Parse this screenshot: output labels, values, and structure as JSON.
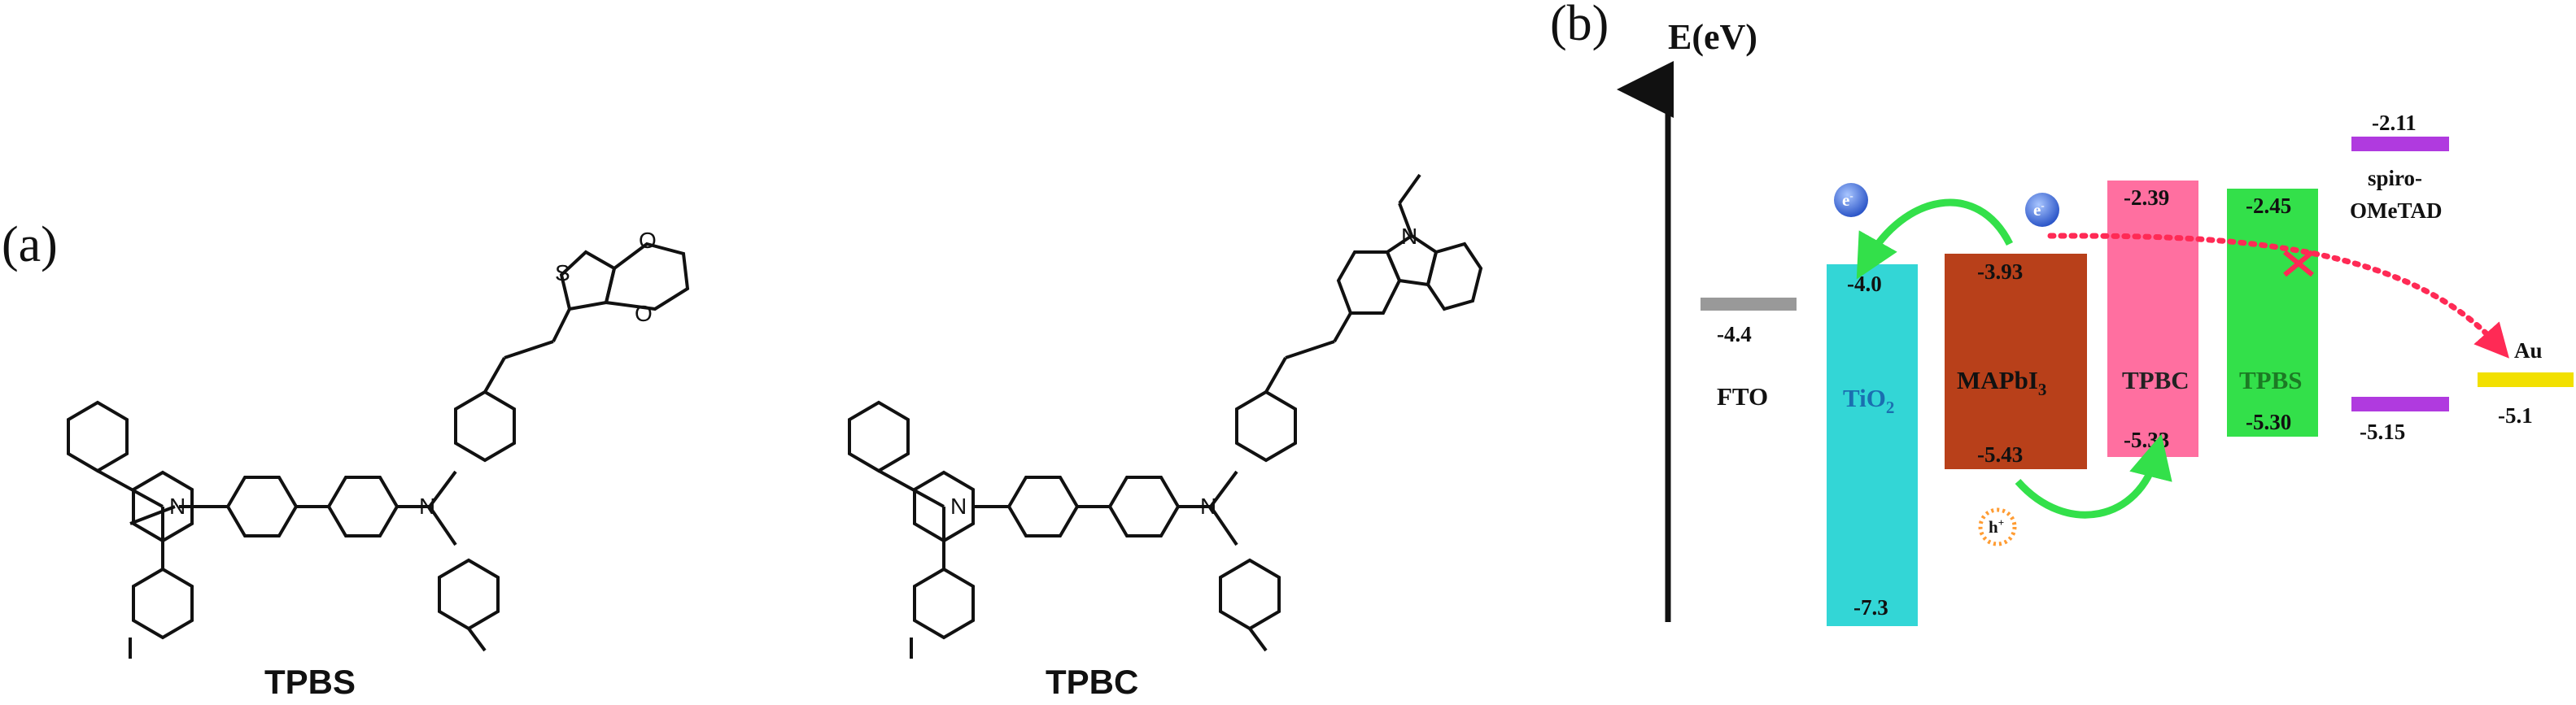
{
  "panel_a": {
    "label": "(a)",
    "molecules": [
      {
        "name": "TPBS",
        "atoms": {
          "n": "N",
          "s": "S",
          "o": "O"
        }
      },
      {
        "name": "TPBC",
        "atoms": {
          "n": "N"
        }
      }
    ]
  },
  "panel_b": {
    "label": "(b)",
    "axis_label": "E(eV)",
    "layers": {
      "fto": {
        "name": "FTO",
        "level": "-4.4",
        "color": "#999999"
      },
      "tio2": {
        "name": "TiO",
        "sub": "2",
        "lumo": "-4.0",
        "homo": "-7.3",
        "color": "#33d6d6"
      },
      "mapbi3": {
        "name": "MAPbI",
        "sub": "3",
        "lumo": "-3.93",
        "homo": "-5.43",
        "color": "#b8401a"
      },
      "tpbc": {
        "name": "TPBC",
        "lumo": "-2.39",
        "homo": "-5.33",
        "color": "#ff6fa0"
      },
      "tpbs": {
        "name": "TPBS",
        "lumo": "-2.45",
        "homo": "-5.30",
        "color": "#33e04a"
      },
      "spiro": {
        "name_line1": "spiro-",
        "name_line2": "OMeTAD",
        "lumo": "-2.11",
        "homo": "-5.15",
        "color": "#b03adf"
      },
      "au": {
        "name": "Au",
        "level": "-5.1",
        "color": "#f2e000"
      }
    },
    "carriers": {
      "electron": "e",
      "electron_sup": "-",
      "hole": "h",
      "hole_sup": "+"
    },
    "arrow_color": "#33e04a",
    "blocked_path_color": "#ff2a55"
  }
}
